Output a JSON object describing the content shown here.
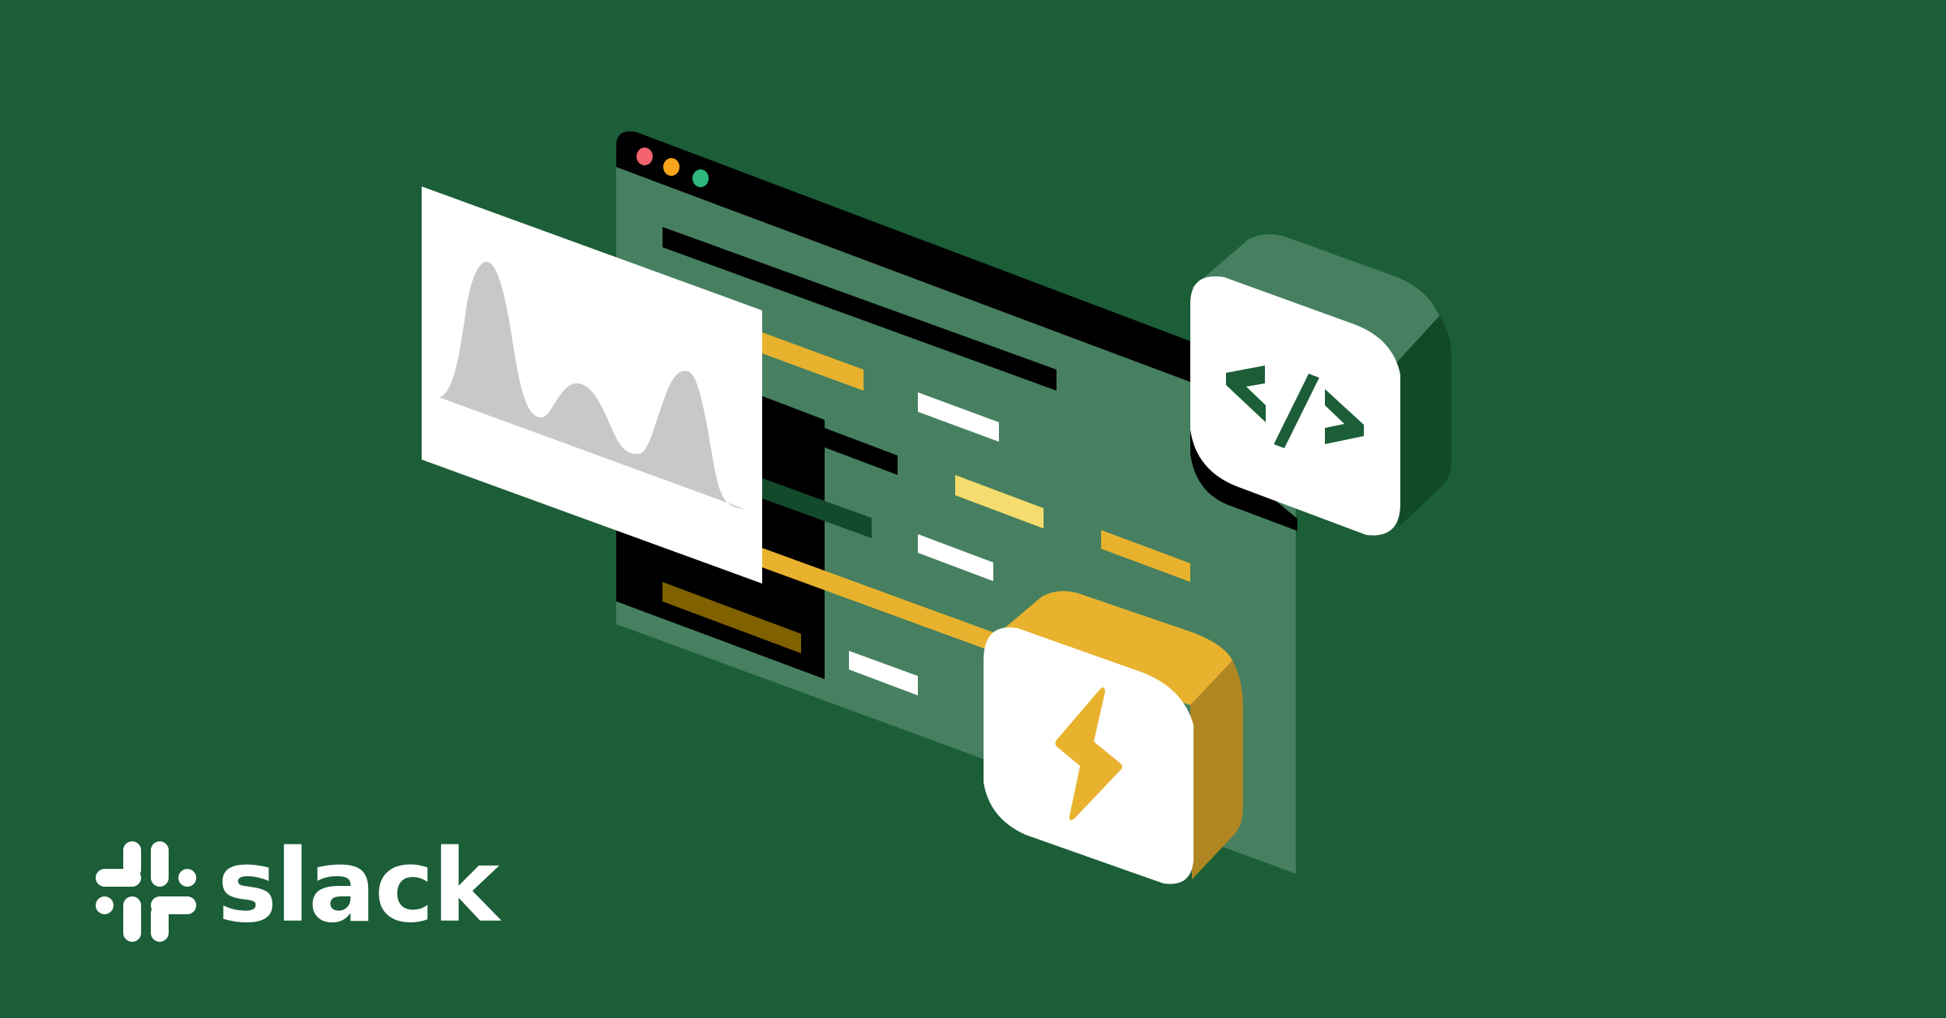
{
  "scene": {
    "background": "#1b5e37",
    "description": "Isometric illustration of a code editor window with a chart card, a code-tag app tile, and a lightning-bolt app tile"
  },
  "colors": {
    "window_bg": "#468060",
    "window_titlebar": "#000000",
    "dot_red": "#f0636f",
    "dot_orange": "#f9a51b",
    "dot_green": "#2fb67d",
    "line_black": "#000000",
    "line_yellow": "#e8b22e",
    "line_light_yellow": "#f5dc6e",
    "line_white": "#ffffff",
    "line_dark_green": "#134a2c",
    "line_brown": "#7f6100",
    "chart_card": "#ffffff",
    "chart_fill": "#c8c8c8",
    "code_tile_face": "#ffffff",
    "code_tile_top": "#468060",
    "code_tile_side": "#124a29",
    "code_glyph": "#1b5e37",
    "bolt_tile_face": "#ffffff",
    "bolt_tile_top": "#e8b22e",
    "bolt_tile_side": "#b08623",
    "bolt_glyph": "#e8b22e"
  },
  "window": {
    "controls": [
      "close",
      "minimize",
      "maximize"
    ]
  },
  "tiles": {
    "code": {
      "icon": "code-brackets-icon",
      "glyph": "</>"
    },
    "bolt": {
      "icon": "lightning-bolt-icon"
    }
  },
  "chart_card": {
    "type": "area",
    "peaks": 4
  },
  "brand": {
    "logo_icon": "slack-hash-icon",
    "wordmark": "slack"
  }
}
